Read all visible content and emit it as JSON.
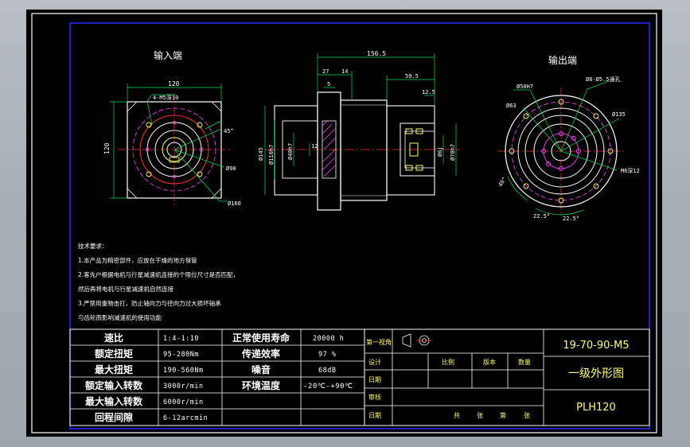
{
  "views": {
    "input_title": "输入端",
    "output_title": "输出端"
  },
  "dims": {
    "input_width": "120",
    "input_holes": "4-M5深10",
    "input_angle": "45°",
    "input_height": "120",
    "input_d90": "Ø90",
    "input_d160": "Ø160",
    "total_length": "156.5",
    "len_27": "27",
    "len_14": "14",
    "len_59_5": "59.5",
    "len_12_5": "12.5",
    "len_5": "5",
    "d145": "Ø145",
    "d110h7": "Ø110h7",
    "d40h7": "Ø40h7",
    "d12": "12",
    "d70h7": "Ø70h7",
    "d6j": "Ø6j",
    "out_d50h7": "Ø50H7",
    "out_holes": "Ø8-Ø5.5通孔",
    "out_d63": "Ø63",
    "out_d135": "Ø135",
    "out_m6": "M6深12",
    "out_a40": "40°",
    "out_a22_5": "22.5°",
    "out_a22_5b": "22.5°"
  },
  "notes": [
    "技术要求：",
    "1.本产品为精密部件，应放在干燥的地方保管",
    "2.客先户根据电机与行星减速机连接的个限位尺寸是否匹配，",
    "然后再将电机与行星减速机自然连接",
    "3.严禁用重物击打，防止轴向力与径向力过大损坏轴承",
    "与齿轮而影响减速机的使用功能"
  ],
  "spec_table": [
    {
      "label": "速比",
      "value": "1:4-1:10",
      "label2": "正常使用寿命",
      "value2": "20000 h"
    },
    {
      "label": "额定扭矩",
      "value": "95-280Nm",
      "label2": "传递效率",
      "value2": "97 %"
    },
    {
      "label": "最大扭矩",
      "value": "190-560Nm",
      "label2": "噪音",
      "value2": "68dB"
    },
    {
      "label": "额定输入转数",
      "value": "3000r/min",
      "label2": "环境温度",
      "value2": "-20℃-+90℃"
    },
    {
      "label": "最大输入转数",
      "value": "6000r/min",
      "label2": "",
      "value2": ""
    },
    {
      "label": "回程间隙",
      "value": "6-12arcmin",
      "label2": "",
      "value2": ""
    }
  ],
  "title_block": {
    "projection": "第一视角",
    "design": "设计",
    "draw": "日期",
    "check": "审核",
    "date": "日期",
    "scale_label": "比例",
    "version_label": "版本",
    "qty_label": "数量",
    "sheets_total": "共",
    "sheets_unit": "张",
    "sheet_no": "第",
    "sheet_unit2": "张",
    "drawing_no": "19-70-90-M5",
    "drawing_title": "一级外形图",
    "model": "PLH120"
  },
  "colors": {
    "background": "#000000",
    "border": "#ffffff",
    "frame": "#2a2aff",
    "geometry": "#ffffff",
    "center_line": "#ff3030",
    "dimension": "#00e060",
    "dim_text": "#ffffff",
    "highlight": "#ff40ff",
    "title_text": "#ffff66",
    "table_line": "#ffffff"
  }
}
